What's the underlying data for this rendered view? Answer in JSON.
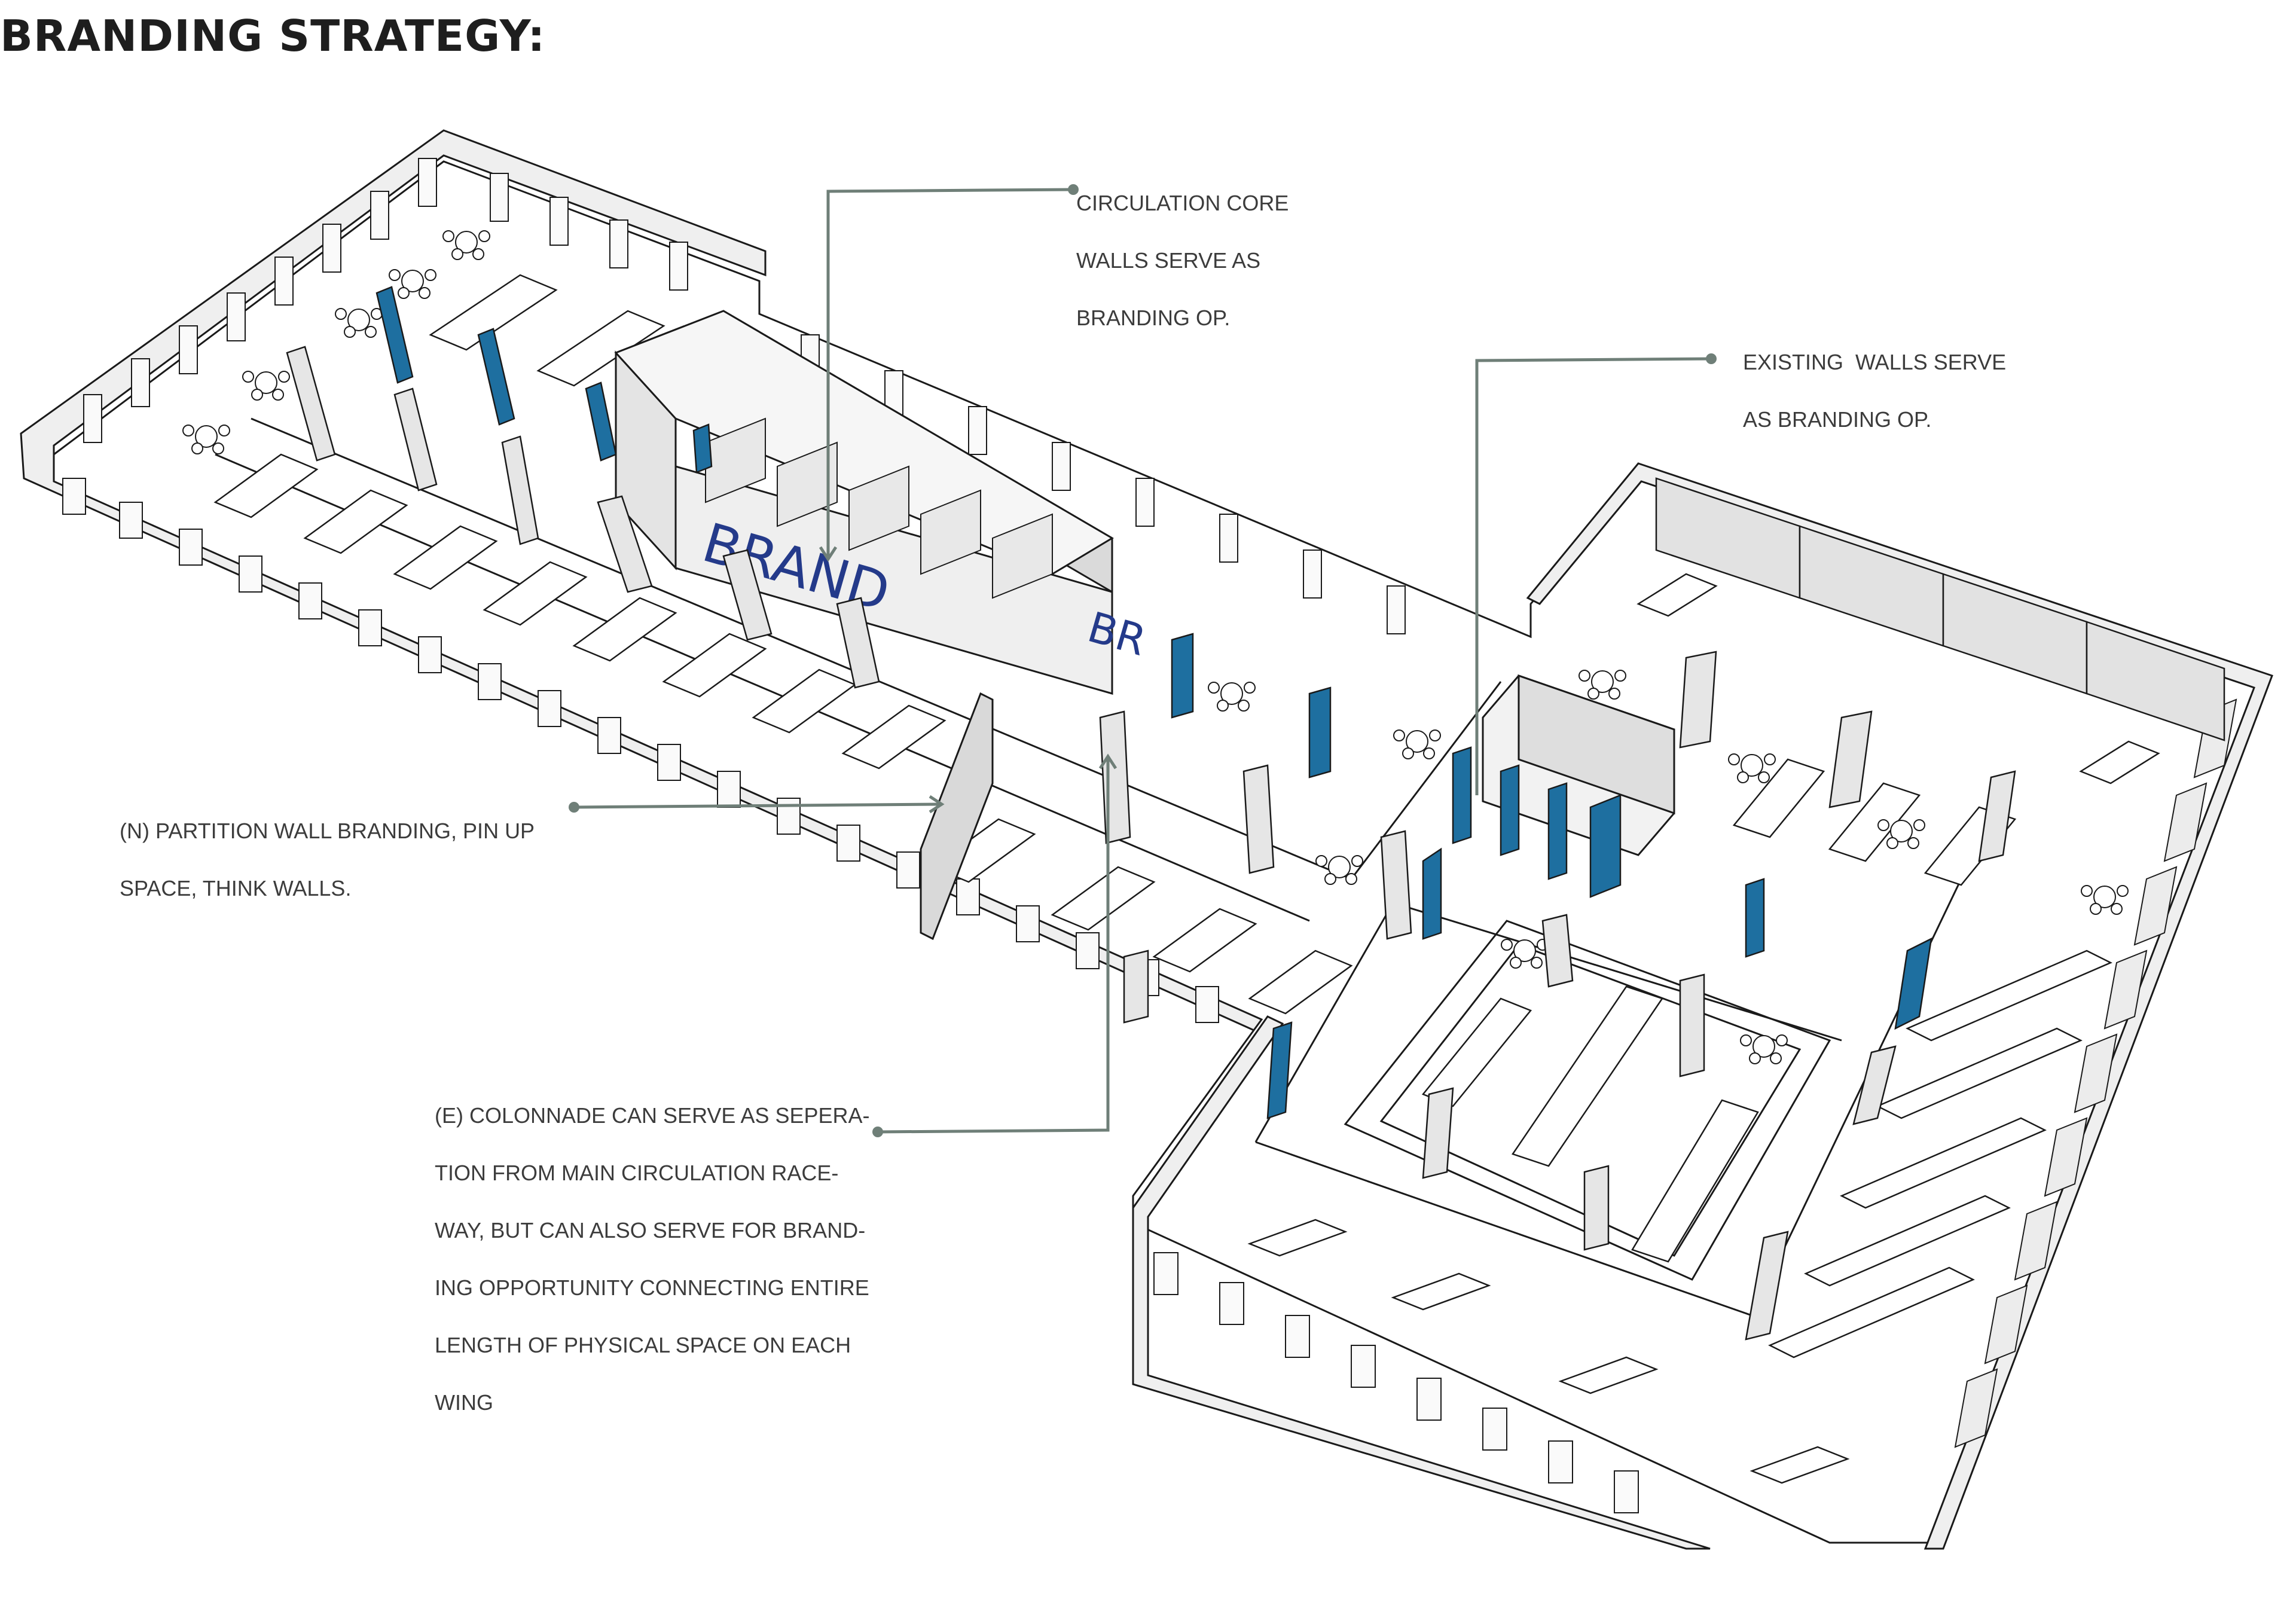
{
  "title": "BRANDING STRATEGY:",
  "wall_text": {
    "main": "BRAND",
    "partial": "BR"
  },
  "annotations": [
    {
      "id": "core",
      "lines": [
        "CIRCULATION CORE",
        "WALLS SERVE AS",
        "BRANDING OP."
      ]
    },
    {
      "id": "existing",
      "lines": [
        "EXISTING  WALLS SERVE",
        "AS BRANDING OP."
      ]
    },
    {
      "id": "partition",
      "lines": [
        "(N) PARTITION WALL BRANDING, PIN UP",
        "SPACE, THINK WALLS."
      ]
    },
    {
      "id": "colonnade",
      "lines": [
        "(E) COLONNADE CAN SERVE AS SEPERA-",
        "TION FROM MAIN CIRCULATION RACE-",
        "WAY, BUT CAN ALSO SERVE FOR BRAND-",
        "ING OPPORTUNITY CONNECTING ENTIRE",
        "LENGTH OF PHYSICAL SPACE ON EACH",
        "WING"
      ]
    }
  ],
  "colors": {
    "brand_blue": "#1e6fa0",
    "brand_text": "#243a8a",
    "leader": "#6f7f78",
    "wall_face": "#ececec",
    "wall_side": "#d8d8d8",
    "outline": "#1a1a1a"
  }
}
